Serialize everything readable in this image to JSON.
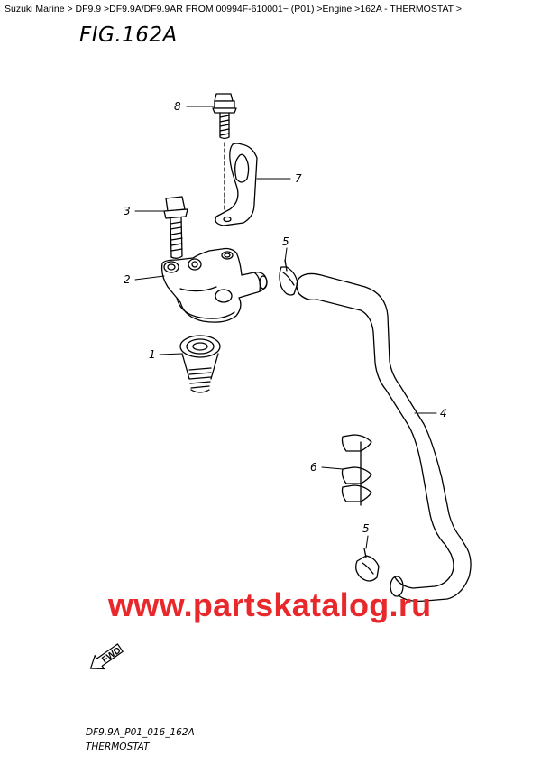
{
  "breadcrumb": "Suzuki Marine > DF9.9 >DF9.9A/DF9.9AR FROM 00994F-610001~ (P01) >Engine >162A - THERMOSTAT >",
  "figure_title": "FIG.162A",
  "watermark": "www.partskatalog.ru",
  "diagram_code": "DF9.9A_P01_016_162A",
  "caption": "THERMOSTAT",
  "fwd_label": "FWD",
  "callouts": {
    "part_8": "8",
    "part_7": "7",
    "part_3": "3",
    "part_5_top": "5",
    "part_2": "2",
    "part_1": "1",
    "part_4": "4",
    "part_6": "6",
    "part_5_bottom": "5"
  }
}
